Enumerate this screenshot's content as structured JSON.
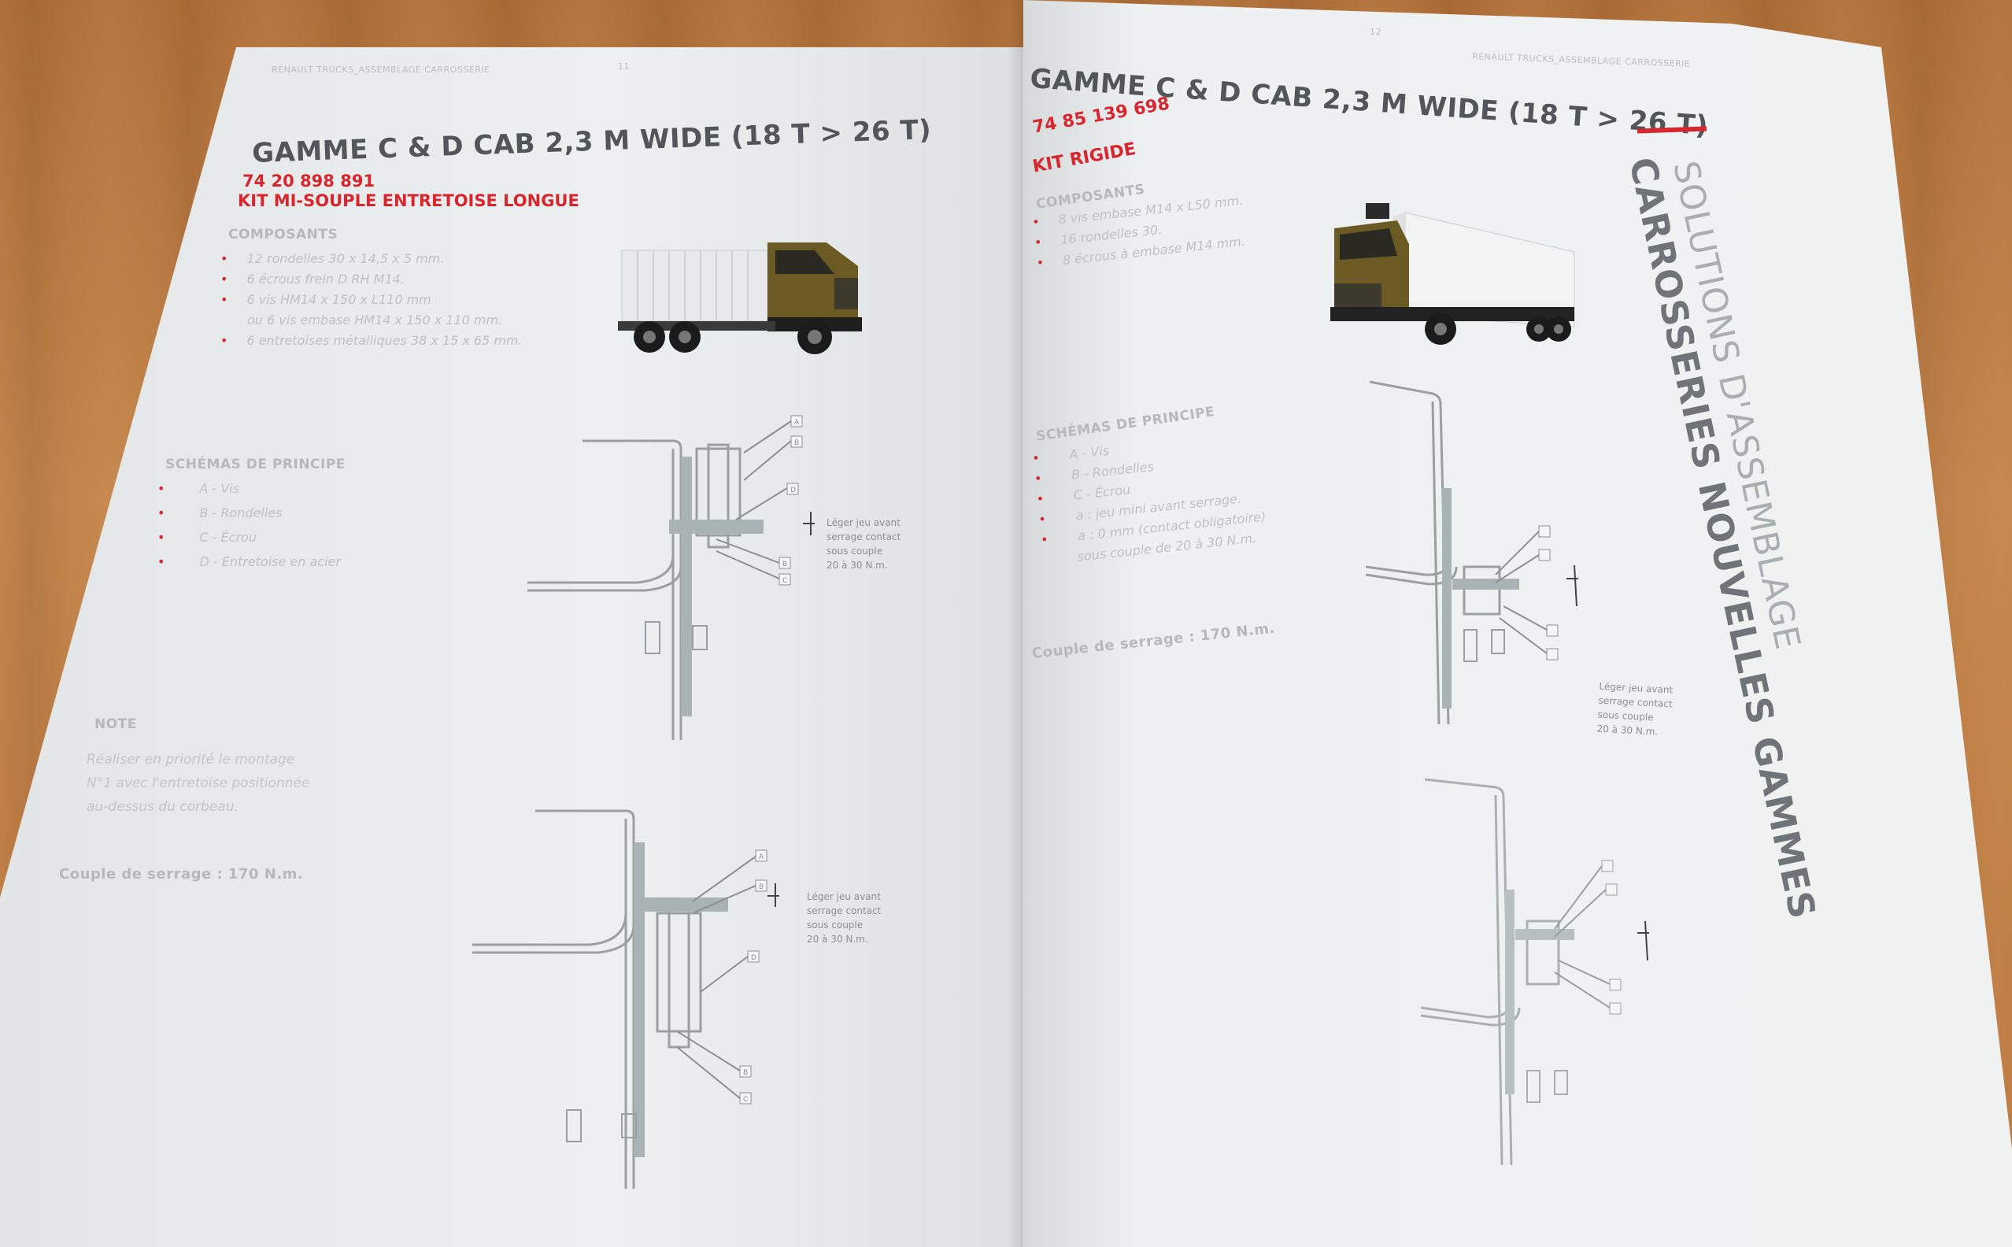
{
  "left_page": {
    "header": "RENAULT TRUCKS_ASSEMBLAGE CARROSSERIE",
    "page_number": "11",
    "title": "GAMME C & D CAB 2,3 M WIDE (18 T > 26 T)",
    "ref_number": "74 20 898 891",
    "kit_name": "KIT MI-SOUPLE ENTRETOISE LONGUE",
    "components_heading": "COMPOSANTS",
    "components": [
      "12 rondelles 30 x 14,5 x 5 mm.",
      "6 écrous frein D RH M14.",
      "6 vis HM14 x 150 x L110 mm",
      "ou 6 vis embase HM14 x 150 x 110 mm.",
      "6 entretoises métalliques 38 x 15 x 65 mm."
    ],
    "schema_heading": "SCHÉMAS DE PRINCIPE",
    "schema_items": [
      "A - Vis",
      "B - Rondelles",
      "C - Écrou",
      "D - Entretoise en acier"
    ],
    "note_heading": "NOTE",
    "note_lines": [
      "Réaliser en priorité le montage",
      "N°1 avec l'entretoise positionnée",
      "au-dessus du corbeau."
    ],
    "torque": "Couple de serrage : 170 N.m.",
    "diagram1_label": [
      "Léger jeu avant",
      "serrage contact",
      "sous couple",
      "20 à 30 N.m."
    ],
    "diagram2_label": [
      "Léger jeu avant",
      "serrage contact",
      "sous couple",
      "20 à 30 N.m."
    ],
    "diagram_letters": [
      "A",
      "B",
      "C",
      "D"
    ]
  },
  "right_page": {
    "header": "RENAULT TRUCKS_ASSEMBLAGE CARROSSERIE",
    "page_number": "12",
    "title": "GAMME C & D CAB 2,3 M WIDE (18 T > 26 T)",
    "ref_number": "74 85 139 698",
    "kit_name": "KIT RIGIDE",
    "components_heading": "COMPOSANTS",
    "components": [
      "8 vis embase M14 x L50 mm.",
      "16 rondelles 30.",
      "8 écrous à embase M14 mm."
    ],
    "schema_heading": "SCHÉMAS DE PRINCIPE",
    "schema_items": [
      "A - Vis",
      "B - Rondelles",
      "C - Écrou",
      "a : jeu mini avant serrage.",
      "a : 0 mm (contact obligatoire)",
      "sous couple de 20 à 30 N.m."
    ],
    "torque": "Couple de serrage : 170 N.m.",
    "diagram_label": [
      "Léger jeu avant",
      "serrage contact",
      "sous couple",
      "20 à 30 N.m."
    ],
    "vertical_line1": "SOLUTIONS D'ASSEMBLAGE",
    "vertical_line2": "CARROSSERIES NOUVELLES GAMMES"
  },
  "colors": {
    "accent": "#d8262e",
    "title": "#505659",
    "muted": "#b4babc",
    "page": "#edf0f0"
  }
}
